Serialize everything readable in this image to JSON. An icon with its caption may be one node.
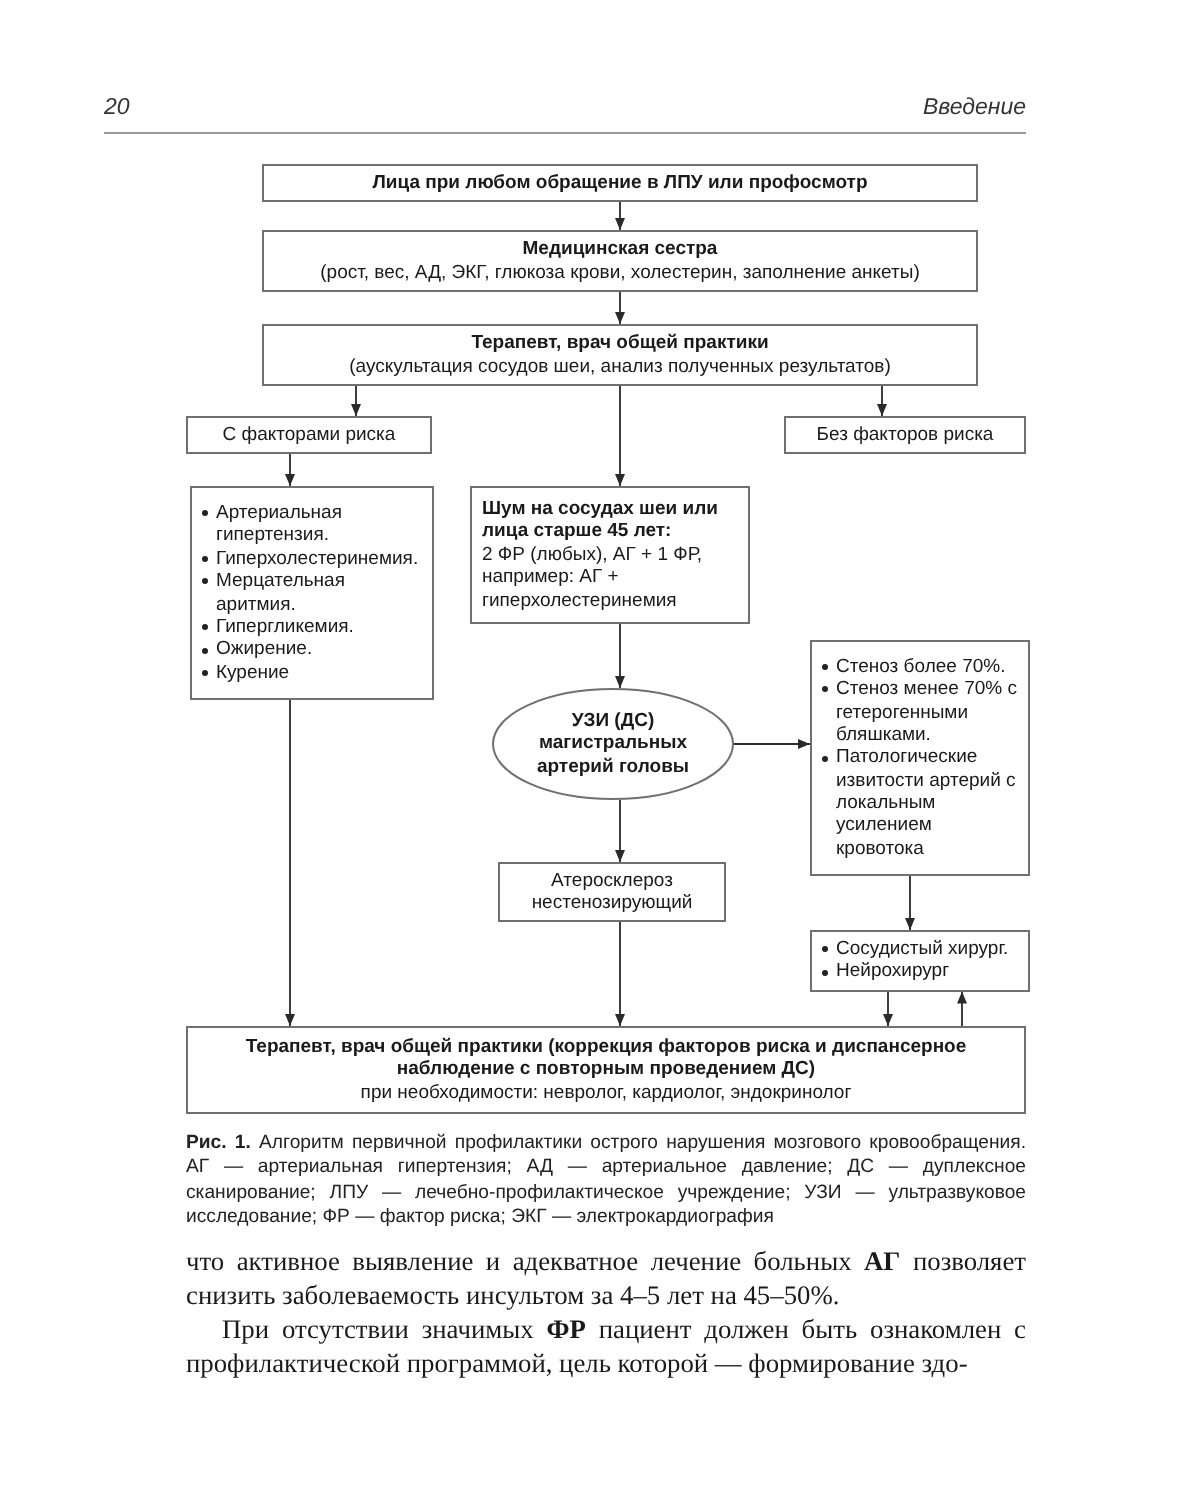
{
  "diagram": {
    "caption": "**Рис. 1.** Алгоритм первичной профилактики острого нарушения мозгового кровообращения. АГ — артериальная гипертензия; АД — артериальное давление; ДС — дуплексное сканирование; ЛПУ — лечебно-профилактическое учреждение; УЗИ — ультразвуковое исследование; ФР — фактор риска; ЭКГ — электрокардиография",
    "nodes": [
      {
        "text": [
          "Лица при любом обращение в ЛПУ или профосмотр"
        ]
      },
      {
        "text": [
          "Медицинская сестра",
          "(рост, вес, АД, ЭКГ, глюкоза крови, холестерин, заполнение анкеты)"
        ]
      },
      {
        "text": [
          "Терапевт, врач общей практики",
          "(аускультация сосудов шеи, анализ полученных результатов)"
        ]
      },
      {
        "text": [
          "С факторами риска"
        ]
      },
      {
        "text": [
          "Без факторов риска"
        ]
      },
      {
        "text": [
          "Артериальная гипертензия.",
          "Гиперхолестеринемия.",
          "Мерцательная аритмия.",
          "Гипергликемия.",
          "Ожирение.",
          "Курение"
        ]
      },
      {
        "text": [
          "Шум на сосудах шеи или лица старше 45 лет:",
          "2 ФР (любых), АГ + 1 ФР, например: АГ + гиперхолестеринемия"
        ]
      },
      {
        "text": [
          "УЗИ (ДС) магистральных артерий головы"
        ]
      },
      {
        "text": [
          "Стеноз более 70%.",
          "Стеноз менее 70% с гетерогенными бляшками.",
          "Патологические извитости артерий с локальным усилением кровотока"
        ]
      },
      {
        "text": [
          "Атеросклероз нестенозирующий"
        ]
      },
      {
        "text": [
          "Сосудистый хирург.",
          "Нейрохирург"
        ]
      },
      {
        "text": [
          "Терапевт, врач общей практики (коррекция факторов риска и диспансерное наблюдение с повторным проведением ДС)",
          "при необходимости: невролог, кардиолог, эндокринолог"
        ]
      }
    ],
    "edges": [
      {
        "from": 0,
        "to": 1,
        "arrow": "to"
      },
      {
        "from": 1,
        "to": 2,
        "arrow": "to"
      },
      {
        "from": 2,
        "to": 3,
        "arrow": "to"
      },
      {
        "from": 2,
        "to": 6,
        "arrow": "to"
      },
      {
        "from": 2,
        "to": 4,
        "arrow": "to"
      },
      {
        "from": 3,
        "to": 5,
        "arrow": "to"
      },
      {
        "from": 6,
        "to": 7,
        "arrow": "to"
      },
      {
        "from": 7,
        "to": 8,
        "arrow": "to"
      },
      {
        "from": 7,
        "to": 9,
        "arrow": "to"
      },
      {
        "from": 5,
        "to": 11,
        "arrow": "to"
      },
      {
        "from": 9,
        "to": 11,
        "arrow": "to"
      },
      {
        "from": 8,
        "to": 10,
        "arrow": "to"
      },
      {
        "from": 10,
        "to": 11,
        "arrow": "to"
      },
      {
        "from": 11,
        "to": 10,
        "arrow": "to"
      }
    ],
    "labels": [
      "20",
      "Введение",
      "что активное выявление и адекватное лечение больных **АГ** позволяет снизить заболеваемость инсультом за 4–5 лет на 45–50%.",
      "При отсутствии значимых **ФР** пациент должен быть ознакомлен с профилактической программой, цель которой — формирование здо-"
    ]
  }
}
